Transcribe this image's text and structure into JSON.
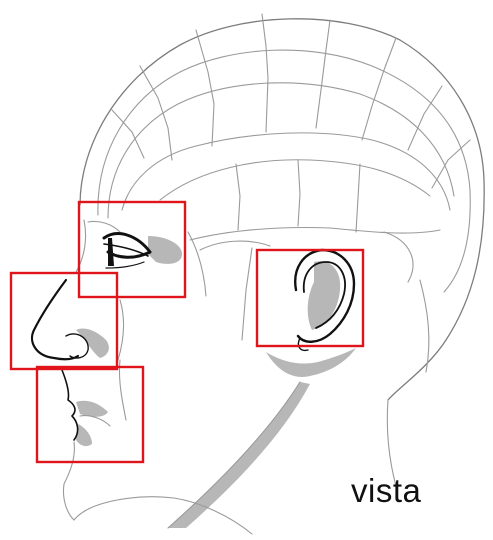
{
  "caption": "vista",
  "colors": {
    "highlight_box": "#e0141b",
    "shading": "#b7b7b7",
    "outline": "#8a8a8a",
    "ink": "#111111"
  },
  "highlighted_regions": [
    "eye",
    "ear",
    "nose",
    "mouth"
  ]
}
